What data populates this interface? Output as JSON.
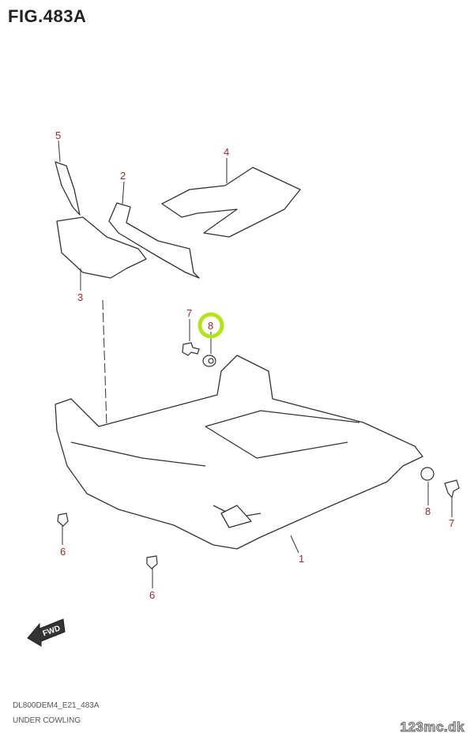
{
  "figure": {
    "title": "FIG.483A",
    "code": "DL800DEM4_E21_483A",
    "name": "UNDER COWLING"
  },
  "callouts": [
    {
      "num": "1"
    },
    {
      "num": "2"
    },
    {
      "num": "3"
    },
    {
      "num": "4"
    },
    {
      "num": "5"
    },
    {
      "num": "6"
    },
    {
      "num": "6"
    },
    {
      "num": "7"
    },
    {
      "num": "7"
    },
    {
      "num": "8"
    },
    {
      "num": "8"
    }
  ],
  "direction_label": "FWD",
  "highlight": {
    "part": "8",
    "color": "#b5e31a"
  },
  "colors": {
    "callout": "#9b2a2a",
    "line": "#333333"
  },
  "watermark": "123mc.dk"
}
